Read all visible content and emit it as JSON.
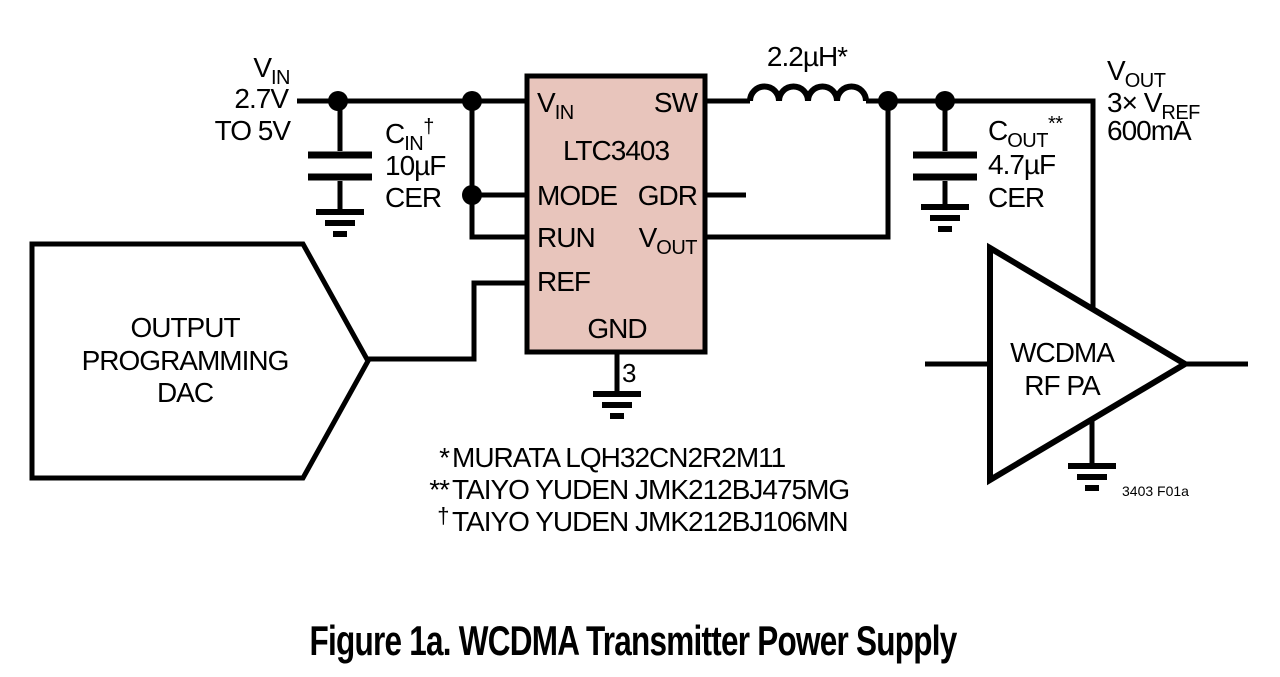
{
  "figure": {
    "caption": "Figure 1a. WCDMA Transmitter Power Supply",
    "ref": "3403 F01a"
  },
  "ic": {
    "name": "LTC3403",
    "pin_vin_main": "V",
    "pin_vin_sub": "IN",
    "pin_sw": "SW",
    "pin_mode": "MODE",
    "pin_gdr": "GDR",
    "pin_run": "RUN",
    "pin_vout_main": "V",
    "pin_vout_sub": "OUT",
    "pin_ref": "REF",
    "pin_gnd": "GND",
    "gnd_pin_number": "3"
  },
  "input_rail": {
    "label_main": "V",
    "label_sub": "IN",
    "line2": "2.7V",
    "line3": "TO 5V"
  },
  "cin": {
    "name_main": "C",
    "name_sub": "IN",
    "name_sup": "†",
    "value": "10µF",
    "dielectric": "CER"
  },
  "inductor": {
    "value": "2.2µH*"
  },
  "cout": {
    "name_main": "C",
    "name_sub": "OUT",
    "name_sup": "**",
    "value": "4.7µF",
    "dielectric": "CER"
  },
  "output_rail": {
    "label_main": "V",
    "label_sub": "OUT",
    "line2_main": "3× V",
    "line2_sub": "REF",
    "line3": "600mA"
  },
  "dac": {
    "line1": "OUTPUT",
    "line2": "PROGRAMMING",
    "line3": "DAC"
  },
  "pa": {
    "line1": "WCDMA",
    "line2": "RF PA"
  },
  "notes": [
    {
      "marker": "*",
      "text": "MURATA LQH32CN2R2M11"
    },
    {
      "marker": "**",
      "text": "TAIYO YUDEN JMK212BJ475MG"
    },
    {
      "marker": "†",
      "text": "TAIYO YUDEN JMK212BJ106MN"
    }
  ],
  "colors": {
    "ic_fill": "#e8c5bc",
    "wire": "#000000",
    "background": "#ffffff"
  }
}
